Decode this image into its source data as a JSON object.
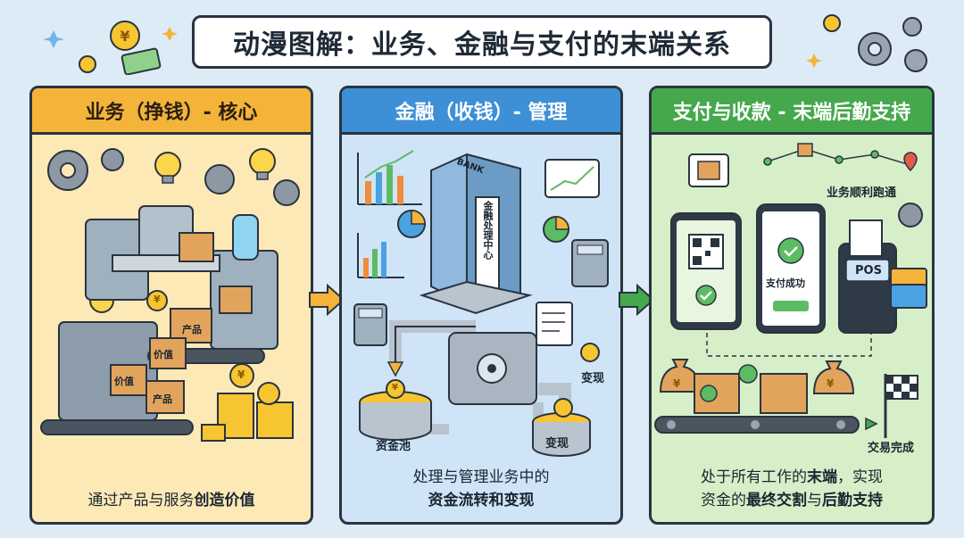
{
  "title": "动漫图解：业务、金融与支付的末端关系",
  "panels": [
    {
      "header": "业务（挣钱）- 核心",
      "caption_plain": "通过产品与服务",
      "caption_bold": "创造价值",
      "labels": {
        "product": "产品",
        "value": "价值",
        "coin": "¥"
      }
    },
    {
      "header": "金融（收钱）- 管理",
      "caption_line1": "处理与管理业务中的",
      "caption_line2": "资金流转和变现",
      "labels": {
        "bank": "BANK",
        "bank_center": "金融处理中心",
        "pool": "资金池",
        "cash_out": "变现",
        "cash_out_side": "变现",
        "coin": "¥"
      }
    },
    {
      "header": "支付与收款 - 末端后勤支持",
      "caption_line1_plain": "处于所有工作的",
      "caption_line1_bold": "末端",
      "caption_line1_tail": "，实现",
      "caption_line2_plain": "资金的",
      "caption_line2_bold1": "最终交割",
      "caption_line2_mid": "与",
      "caption_line2_bold2": "后勤支持",
      "labels": {
        "smooth": "业务顺利跑通",
        "pay_success": "支付成功",
        "pos": "POS",
        "trade_done": "交易完成",
        "coin": "¥"
      }
    }
  ],
  "colors": {
    "panel1": "#fde9b6",
    "panel2": "#cfe4f7",
    "panel3": "#d6efc9",
    "header1": "#f4b43a",
    "header2": "#3d8fd6",
    "header3": "#45a84d",
    "arrow1": "#f4b43a",
    "arrow2": "#45a84d"
  }
}
